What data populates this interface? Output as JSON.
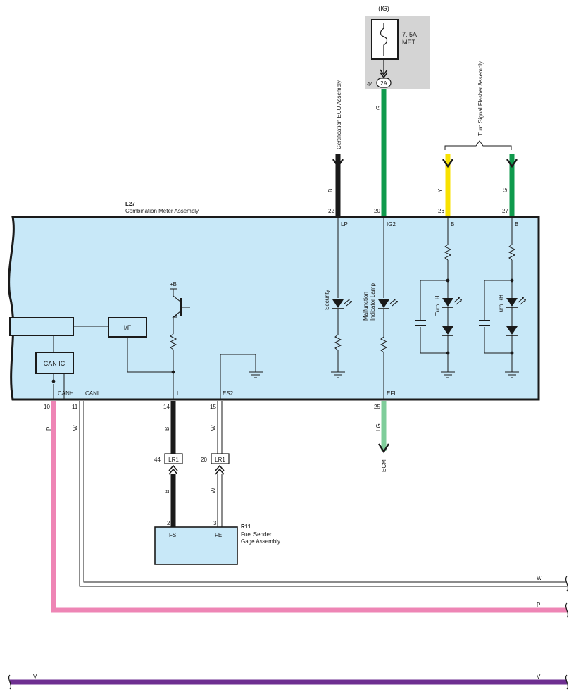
{
  "fuse": {
    "circuit": "(IG)",
    "rating": "7. 5A",
    "name": "MET",
    "connector": "2A",
    "pin": "44"
  },
  "external": {
    "cert_ecu": "Certification ECU Assembly",
    "flasher": "Turn Signal Flasher Assembly",
    "ecm": "ECM"
  },
  "meter": {
    "code": "L27",
    "name": "Combination Meter Assembly",
    "pins": [
      {
        "num": "22",
        "name": "LP",
        "color": "B"
      },
      {
        "num": "20",
        "name": "IG2",
        "color": "G"
      },
      {
        "num": "26",
        "name": "B",
        "color": "Y"
      },
      {
        "num": "27",
        "name": "B",
        "color": "G"
      },
      {
        "num": "10",
        "name": "CANH",
        "color": "P"
      },
      {
        "num": "11",
        "name": "CANL",
        "color": "W"
      },
      {
        "num": "14",
        "name": "L",
        "color": "B"
      },
      {
        "num": "15",
        "name": "ES2",
        "color": "W"
      },
      {
        "num": "25",
        "name": "EFI",
        "color": "LG"
      }
    ],
    "blocks": {
      "can_ic": "CAN IC",
      "if": "I/F",
      "plus_b": "+B"
    },
    "lamps": {
      "security": "Security",
      "mil_line1": "Malfunction",
      "mil_line2": "Indicator Lamp",
      "turn_lh": "Turn LH",
      "turn_rh": "Turn RH"
    }
  },
  "junction": {
    "name": "LR1",
    "pin_a": "44",
    "pin_b": "20",
    "wire_a": "B",
    "wire_b": "W"
  },
  "sender": {
    "code": "R11",
    "line1": "Fuel Sender",
    "line2": "Gage Assembly",
    "pin_fs_num": "2",
    "pin_fs": "FS",
    "pin_fe_num": "3",
    "pin_fe": "FE"
  },
  "bus": {
    "w": "W",
    "p": "P",
    "v": "V"
  },
  "colors": {
    "black": "#1a1a1a",
    "green": "#0f9a4c",
    "yellow": "#f8e100",
    "light_green": "#7fcd9a",
    "pink": "#ee85b5",
    "violet": "#6e2f91",
    "white_wire": "#ffffff",
    "meter_fill": "#c8e8f8",
    "fuse_bg": "#d4d4d4"
  }
}
